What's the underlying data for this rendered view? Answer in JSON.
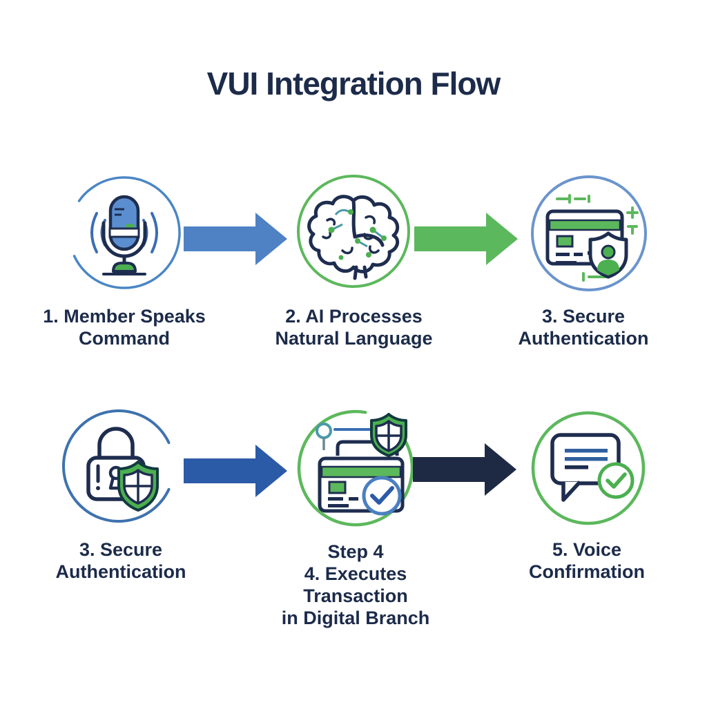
{
  "title": "VUI Integration Flow",
  "colors": {
    "text_navy": "#1c2b4a",
    "outline_navy": "#1e2d4f",
    "arrow_blue": "#4e82c4",
    "arrow_green": "#5cb85c",
    "arrow_dark_blue": "#2b5aa7",
    "arrow_navy": "#1e2a44",
    "circle_blue": "#6b94cc",
    "circle_blue_dark": "#3f72ae",
    "circle_green": "#5cb85c",
    "fill_green": "#4caf50",
    "fill_blue": "#5b8ed0",
    "teal": "#4a9aa8"
  },
  "flow": {
    "rows": [
      {
        "steps": [
          {
            "icon": "microphone-icon",
            "label": "1. Member Speaks\nCommand"
          },
          {
            "icon": "ai-brain-icon",
            "label": "2. AI Processes\nNatural Language"
          },
          {
            "icon": "card-user-shield-icon",
            "label": "3. Secure\nAuthentication"
          }
        ],
        "arrows": [
          "#4e82c4",
          "#5cb85c"
        ]
      },
      {
        "steps": [
          {
            "icon": "lock-shield-icon",
            "label": "3. Secure\nAuthentication"
          },
          {
            "icon": "card-check-shield-icon",
            "label": "Step 4\n4. Executes\nTransaction\nin Digital Branch"
          },
          {
            "icon": "chat-check-icon",
            "label": "5. Voice\nConfirmation"
          }
        ],
        "arrows": [
          "#2b5aa7",
          "#1e2a44"
        ]
      }
    ]
  }
}
